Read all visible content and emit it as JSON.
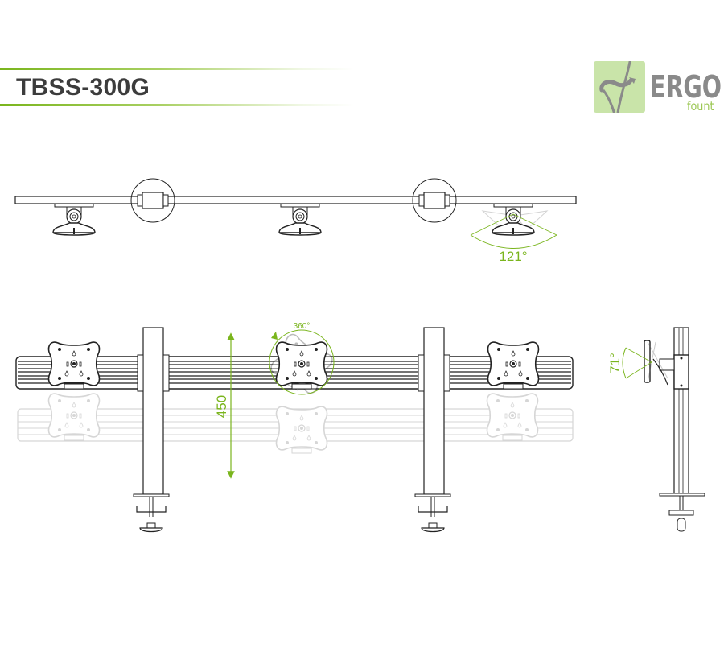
{
  "header": {
    "model": "TBSS-300G",
    "accent_color": "#7ab51d"
  },
  "logo": {
    "brand": "ERGO",
    "sub": "fount",
    "box_color": "#c9e4a9",
    "text_color": "#8a8a8a",
    "sub_color": "#9bc753"
  },
  "views": {
    "top": {
      "swivel_angle": "121°"
    },
    "front": {
      "rotation_angle": "360°",
      "height_adjust": "450"
    },
    "side": {
      "tilt_angle": "71°"
    }
  }
}
